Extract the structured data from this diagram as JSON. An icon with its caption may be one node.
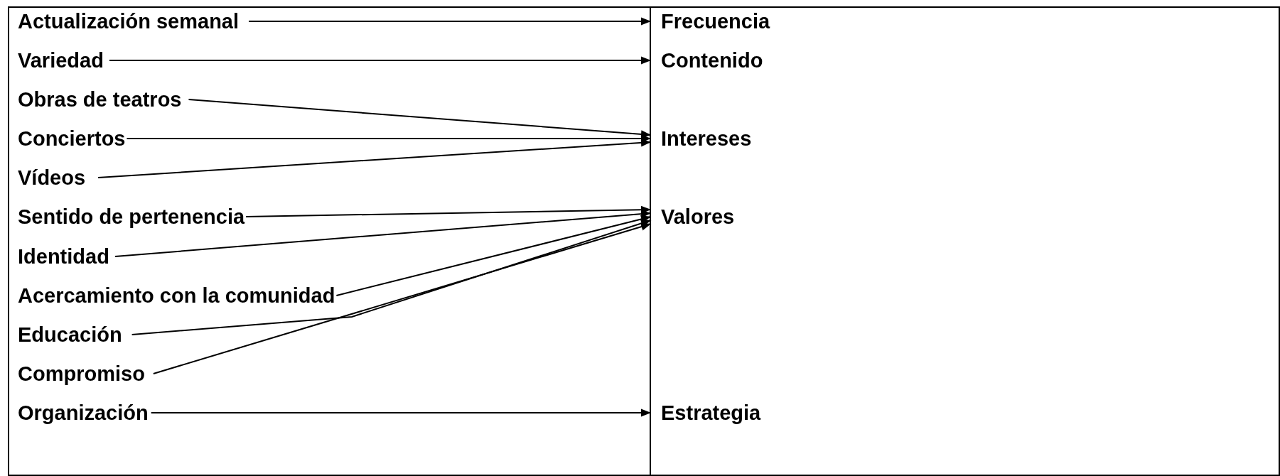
{
  "diagram": {
    "nodes": [
      {
        "text": [
          "Actualización semanal"
        ]
      },
      {
        "text": [
          "Variedad"
        ]
      },
      {
        "text": [
          "Obras de teatros"
        ]
      },
      {
        "text": [
          "Conciertos"
        ]
      },
      {
        "text": [
          "Vídeos"
        ]
      },
      {
        "text": [
          "Sentido de pertenencia"
        ]
      },
      {
        "text": [
          "Identidad"
        ]
      },
      {
        "text": [
          "Acercamiento con la comunidad"
        ]
      },
      {
        "text": [
          "Educación"
        ]
      },
      {
        "text": [
          "Compromiso"
        ]
      },
      {
        "text": [
          "Organización"
        ]
      },
      {
        "text": [
          "Frecuencia"
        ]
      },
      {
        "text": [
          "Contenido"
        ]
      },
      {
        "text": [
          "Intereses"
        ]
      },
      {
        "text": [
          "Valores"
        ]
      },
      {
        "text": [
          "Estrategia"
        ]
      }
    ],
    "edges": [
      {
        "from": 0,
        "to": 11,
        "arrow": "to"
      },
      {
        "from": 1,
        "to": 12,
        "arrow": "to"
      },
      {
        "from": 2,
        "to": 13,
        "arrow": "to"
      },
      {
        "from": 3,
        "to": 13,
        "arrow": "to"
      },
      {
        "from": 4,
        "to": 13,
        "arrow": "to"
      },
      {
        "from": 5,
        "to": 14,
        "arrow": "to"
      },
      {
        "from": 6,
        "to": 14,
        "arrow": "to"
      },
      {
        "from": 7,
        "to": 14,
        "arrow": "to"
      },
      {
        "from": 8,
        "to": 14,
        "arrow": "to"
      },
      {
        "from": 9,
        "to": 14,
        "arrow": "to"
      },
      {
        "from": 10,
        "to": 15,
        "arrow": "to"
      }
    ]
  }
}
